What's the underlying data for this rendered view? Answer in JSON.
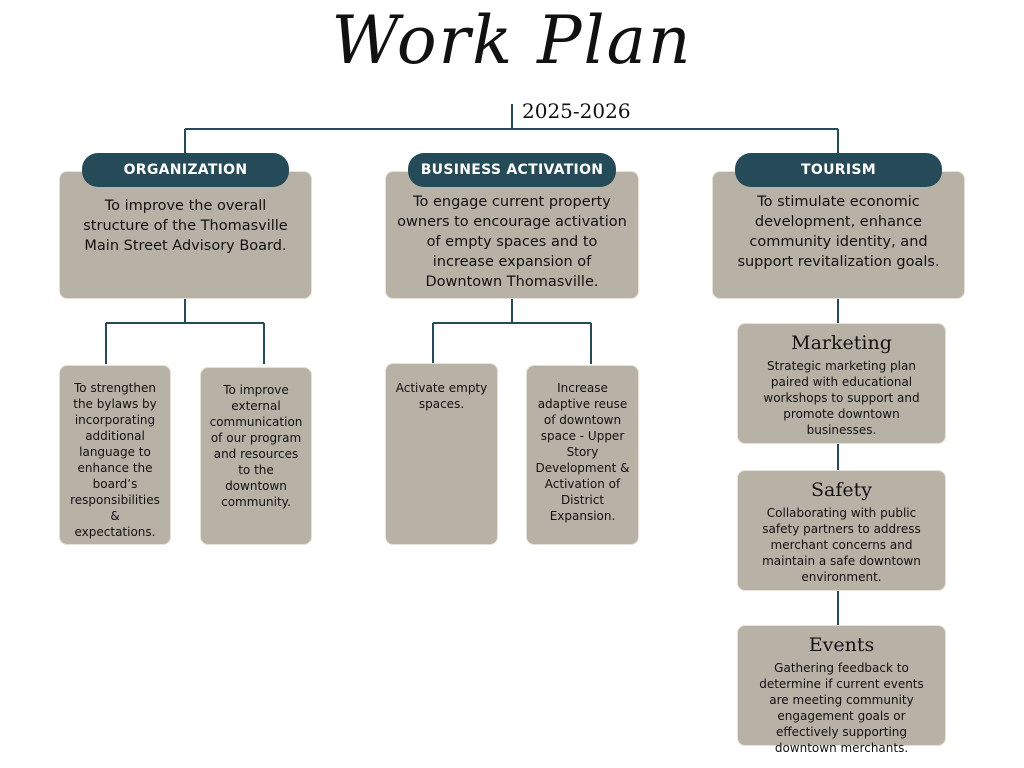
{
  "title": "Work Plan",
  "subtitle": "2025-2026",
  "organization": {
    "label": "ORGANIZATION",
    "goal": "To improve the overall structure of the Thomasville Main Street Advisory Board.",
    "objectives": [
      "To strengthen the bylaws by incorporating additional language to enhance the board’s responsibilities & expectations.",
      "To improve external communication of our program and resources to the downtown community."
    ]
  },
  "business_activation": {
    "label": "BUSINESS ACTIVATION",
    "goal": "To engage current property owners to encourage activation of empty spaces and to increase expansion of Downtown Thomasville.",
    "objectives": [
      "Activate empty spaces.",
      "Increase adaptive reuse of downtown space - Upper Story Development & Activation of District Expansion."
    ]
  },
  "tourism": {
    "label": "TOURISM",
    "goal": "To stimulate economic development, enhance community identity, and support revitalization goals.",
    "items": [
      {
        "heading": "Marketing",
        "text": "Strategic marketing plan paired with educational workshops to support and promote downtown businesses."
      },
      {
        "heading": "Safety",
        "text": "Collaborating with public safety partners to address merchant concerns and maintain a safe downtown environment."
      },
      {
        "heading": "Events",
        "text": "Gathering feedback to determine if current events are meeting community engagement goals or effectively supporting downtown merchants."
      }
    ]
  },
  "colors": {
    "pill": "#254a58",
    "box": "#b8b1a6",
    "line": "#254a58"
  }
}
